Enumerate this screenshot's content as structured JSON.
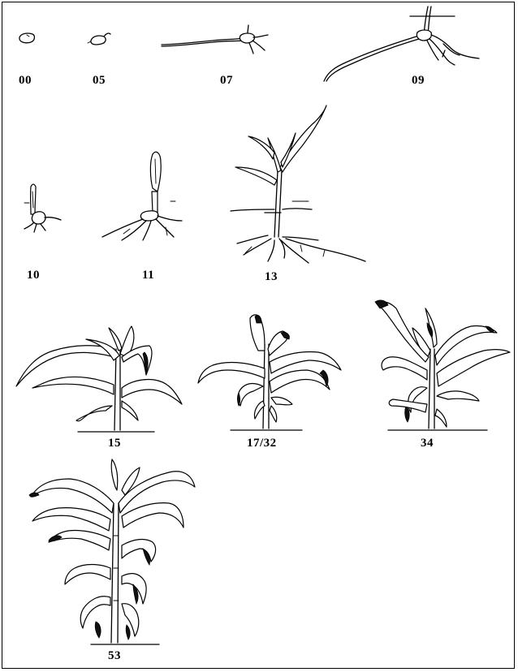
{
  "diagram": {
    "stages": [
      {
        "id": "s00",
        "label": "00"
      },
      {
        "id": "s05",
        "label": "05"
      },
      {
        "id": "s07",
        "label": "07"
      },
      {
        "id": "s09",
        "label": "09"
      },
      {
        "id": "s10",
        "label": "10"
      },
      {
        "id": "s11",
        "label": "11"
      },
      {
        "id": "s13",
        "label": "13"
      },
      {
        "id": "s15",
        "label": "15"
      },
      {
        "id": "s1732",
        "label": "17/32"
      },
      {
        "id": "s34",
        "label": "34"
      },
      {
        "id": "s53",
        "label": "53"
      }
    ]
  }
}
